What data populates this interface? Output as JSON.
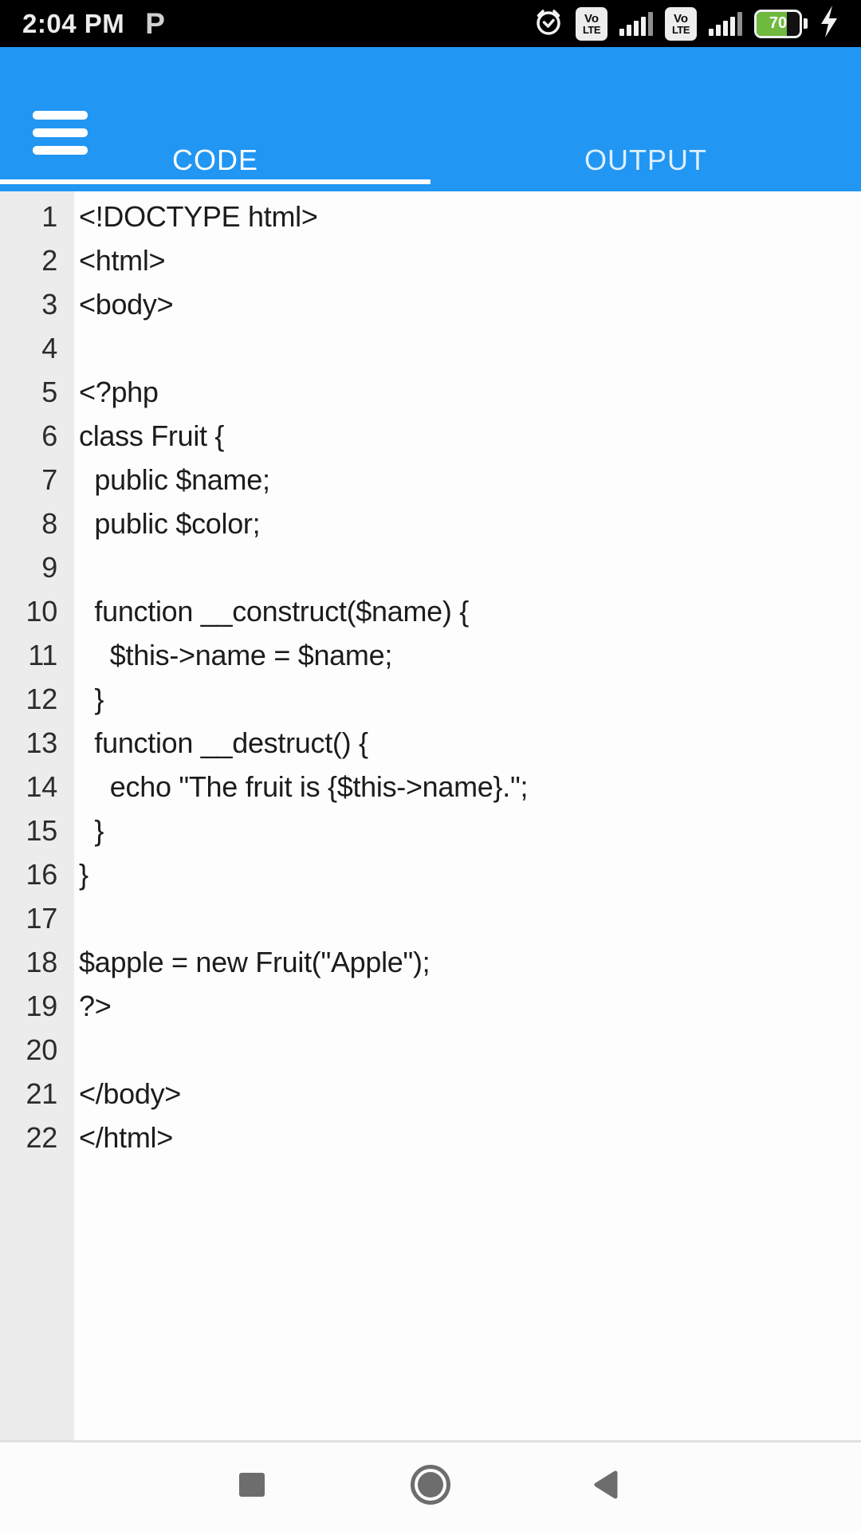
{
  "colors": {
    "header_blue": "#2196f3",
    "statusbar_black": "#000000",
    "gutter_gray": "#ececec",
    "code_bg": "#fdfdfd",
    "battery_green": "#6fb93f",
    "nav_icon_gray": "#6d6d6d"
  },
  "status_bar": {
    "time": "2:04 PM",
    "notification_letter": "P",
    "carrier_badge_line1": "Vo",
    "carrier_badge_line2": "LTE",
    "battery_level": "70",
    "charging": true
  },
  "header": {
    "tabs": [
      {
        "label": "CODE",
        "active": true
      },
      {
        "label": "OUTPUT",
        "active": false
      }
    ]
  },
  "editor": {
    "start_number": 1,
    "lines": [
      "<!DOCTYPE html>",
      "<html>",
      "<body>",
      "",
      "<?php",
      "class Fruit {",
      "  public $name;",
      "  public $color;",
      "",
      "  function __construct($name) {",
      "    $this->name = $name;",
      "  }",
      "  function __destruct() {",
      "    echo \"The fruit is {$this->name}.\";",
      "  }",
      "}",
      "",
      "$apple = new Fruit(\"Apple\");",
      "?>",
      "",
      "</body>",
      "</html>"
    ]
  },
  "nav_bar": {
    "buttons": [
      {
        "id": "recents",
        "shape": "square"
      },
      {
        "id": "home",
        "shape": "circle"
      },
      {
        "id": "back",
        "shape": "triangle"
      }
    ]
  }
}
